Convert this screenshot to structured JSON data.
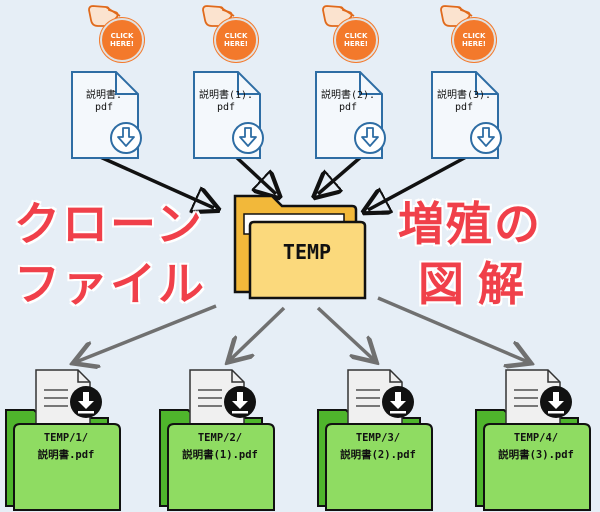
{
  "click_badge": {
    "text": "CLICK\nHERE!"
  },
  "sources": [
    {
      "label": "説明書.\npdf"
    },
    {
      "label": "説明書(1).\npdf"
    },
    {
      "label": "説明書(2).\npdf"
    },
    {
      "label": "説明書(3).\npdf"
    }
  ],
  "center_folder": {
    "label": "TEMP"
  },
  "title_left": {
    "line1": "クローン",
    "line2": "ファイル"
  },
  "title_right": {
    "line1": "増殖の",
    "line2": "図解"
  },
  "outputs": [
    {
      "line1": "TEMP/1/",
      "line2": "説明書.pdf"
    },
    {
      "line1": "TEMP/2/",
      "line2": "説明書(1).pdf"
    },
    {
      "line1": "TEMP/3/",
      "line2": "説明書(2).pdf"
    },
    {
      "line1": "TEMP/4/",
      "line2": "説明書(3).pdf"
    }
  ],
  "colors": {
    "background": "#e6eef6",
    "badge": "#f3792b",
    "doc_stroke": "#2e6da4",
    "folder_yellow": "#fbd97c",
    "folder_green": "#8fdc62",
    "title_red": "#f0404a",
    "arrow_black": "#111111",
    "arrow_gray": "#707070"
  }
}
